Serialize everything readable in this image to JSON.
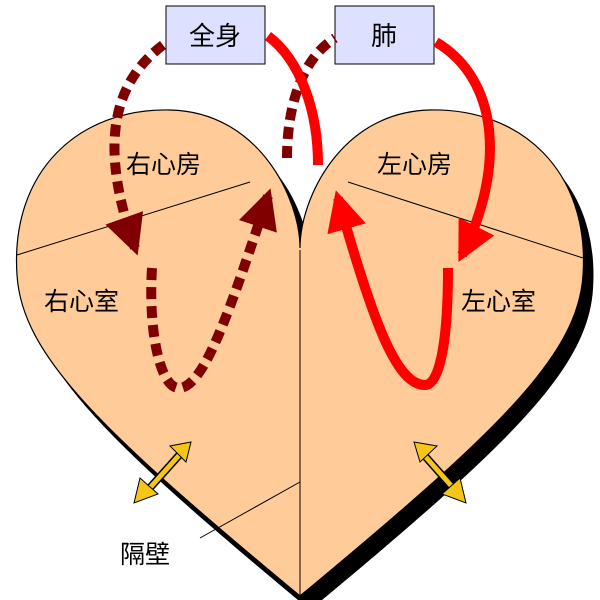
{
  "colors": {
    "muscle": "#FFCC99",
    "outline": "#000000",
    "shadow": "#000000",
    "box_fill": "#DDE0FF",
    "oxygenated": "#FF0000",
    "deoxygenated": "#800000",
    "septum_arrow": "#F5C518"
  },
  "boxes": {
    "body": "全身",
    "lungs": "肺"
  },
  "chambers": {
    "right_atrium": "右心房",
    "right_ventricle": "右心室",
    "left_atrium": "左心房",
    "left_ventricle": "左心室"
  },
  "septum_label": "隔壁",
  "icons": {
    "septum_arrow_left": "double-arrow-icon",
    "septum_arrow_right": "double-arrow-icon"
  }
}
